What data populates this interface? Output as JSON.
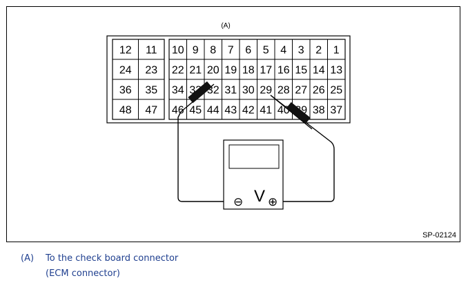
{
  "figure": {
    "connector_label": "(A)",
    "figure_id": "SP-02124",
    "left_block_rows": [
      [
        "12",
        "11"
      ],
      [
        "24",
        "23"
      ],
      [
        "36",
        "35"
      ],
      [
        "48",
        "47"
      ]
    ],
    "right_block_rows": [
      [
        "10",
        "9",
        "8",
        "7",
        "6",
        "5",
        "4",
        "3",
        "2",
        "1"
      ],
      [
        "22",
        "21",
        "20",
        "19",
        "18",
        "17",
        "16",
        "15",
        "14",
        "13"
      ],
      [
        "34",
        "33",
        "32",
        "31",
        "30",
        "29",
        "28",
        "27",
        "26",
        "25"
      ],
      [
        "46",
        "45",
        "44",
        "43",
        "42",
        "41",
        "40",
        "39",
        "38",
        "37"
      ]
    ],
    "meter": {
      "symbol": "V",
      "negative_symbol": "⊖",
      "positive_symbol": "⊕"
    }
  },
  "caption": {
    "key": "(A)",
    "line1": "To the check board connector",
    "line2": "(ECM connector)"
  }
}
